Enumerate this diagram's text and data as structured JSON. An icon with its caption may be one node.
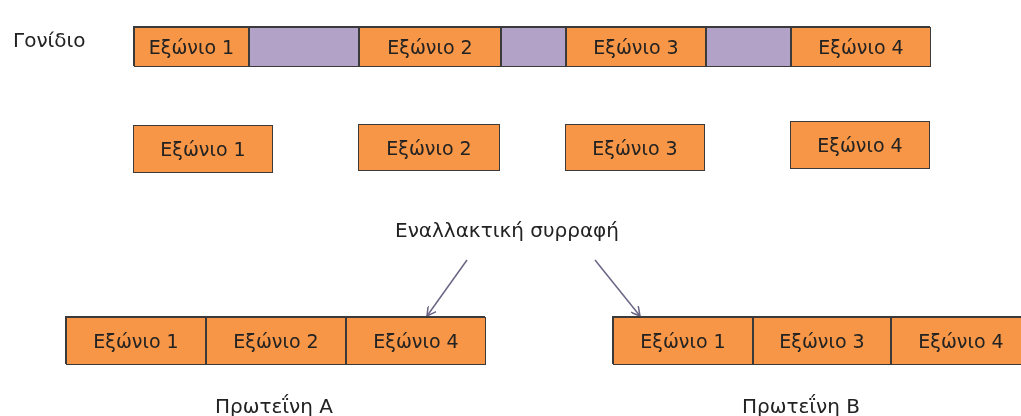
{
  "diagram": {
    "nodes": [
      {
        "text": [],
        "shape": "bar",
        "beside": [
          "Γονίδιο"
        ]
      },
      {
        "text": [
          "Εξώνιο 1"
        ],
        "in": 0
      },
      {
        "text": [],
        "shape": "box",
        "in": 0
      },
      {
        "text": [
          "Εξώνιο 2"
        ],
        "in": 0
      },
      {
        "text": [],
        "shape": "box",
        "in": 0
      },
      {
        "text": [
          "Εξώνιο 3"
        ],
        "in": 0
      },
      {
        "text": [],
        "shape": "box",
        "in": 0
      },
      {
        "text": [
          "Εξώνιο 4"
        ],
        "in": 0
      },
      {
        "text": [
          "Εξώνιο 1"
        ]
      },
      {
        "text": [
          "Εξώνιο 2"
        ]
      },
      {
        "text": [
          "Εξώνιο 3"
        ]
      },
      {
        "text": [
          "Εξώνιο 4"
        ]
      },
      {
        "text": [
          "Εναλλακτική συρραφή"
        ]
      },
      {
        "text": [],
        "shape": "bar",
        "beside": [
          "Πρωτεΐνη Α"
        ]
      },
      {
        "text": [
          "Εξώνιο 1"
        ],
        "in": 13
      },
      {
        "text": [
          "Εξώνιο 2"
        ],
        "in": 13
      },
      {
        "text": [
          "Εξώνιο 4"
        ],
        "in": 13
      },
      {
        "text": [],
        "shape": "bar",
        "beside": [
          "Πρωτεΐνη Β"
        ]
      },
      {
        "text": [
          "Εξώνιο 1"
        ],
        "in": 17
      },
      {
        "text": [
          "Εξώνιο 3"
        ],
        "in": 17
      },
      {
        "text": [
          "Εξώνιο 4"
        ],
        "in": 17
      }
    ],
    "edges": [
      {
        "from": 12,
        "to": 13,
        "arrow": "to"
      },
      {
        "from": 12,
        "to": 17,
        "arrow": "to"
      }
    ]
  }
}
